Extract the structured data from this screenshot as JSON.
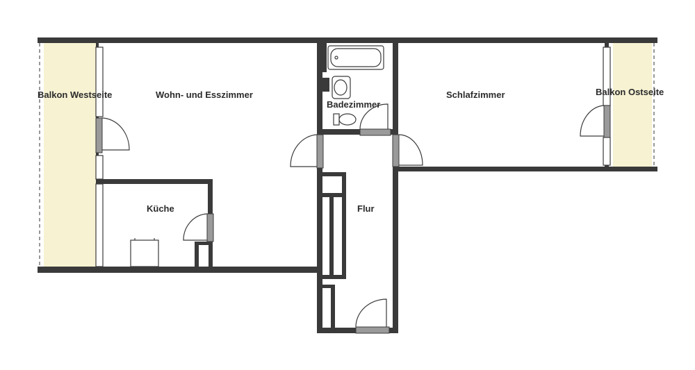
{
  "rooms": {
    "balkon_west": "Balkon Westseite",
    "wohnzimmer": "Wohn- und Esszimmer",
    "badezimmer": "Badezimmer",
    "schlafzimmer": "Schlafzimmer",
    "balkon_ost": "Balkon Ostseite",
    "kueche": "Küche",
    "flur": "Flur"
  },
  "colors": {
    "wall": "#3a3a3a",
    "balcony": "#f6f2d2",
    "door": "#9a9a9a"
  }
}
